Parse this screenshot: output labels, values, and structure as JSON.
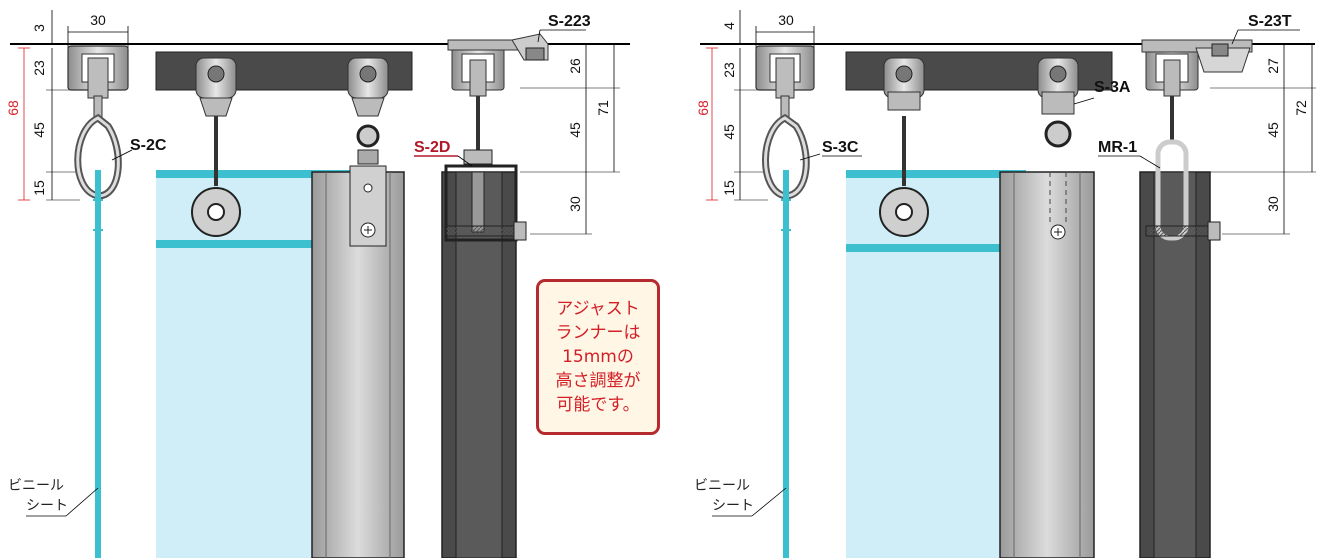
{
  "left_panel": {
    "dims": {
      "ceiling": "3",
      "rail_width": "30",
      "rail_height": "23",
      "total": "68",
      "hook_drop": "45",
      "bottom": "15",
      "right_rail": "26",
      "right_drop": "45",
      "right_bracket": "30",
      "right_total": "71"
    },
    "labels": {
      "hook": "S-2C",
      "adjust_runner": "S-2D",
      "stopper": "S-223",
      "sheet_line1": "ビニール",
      "sheet_line2": "シート"
    }
  },
  "right_panel": {
    "dims": {
      "ceiling": "4",
      "rail_width": "30",
      "rail_height": "23",
      "total": "68",
      "hook_drop": "45",
      "bottom": "15",
      "right_rail": "27",
      "right_drop": "45",
      "right_bracket": "30",
      "right_total": "72"
    },
    "labels": {
      "hook": "S-3C",
      "runner": "S-3A",
      "link": "MR-1",
      "stopper": "S-23T",
      "sheet_line1": "ビニール",
      "sheet_line2": "シート"
    }
  },
  "note": {
    "lines": [
      "アジャスト",
      "ランナーは",
      "15mmの",
      "高さ調整が",
      "可能です。"
    ]
  },
  "colors": {
    "sheet": "#3cbfcf",
    "sheet_fill": "#cfeef8",
    "rail_dark": "#4a4a4a",
    "aluminum": "#c9c9c9",
    "accent_red": "#d81e26"
  }
}
